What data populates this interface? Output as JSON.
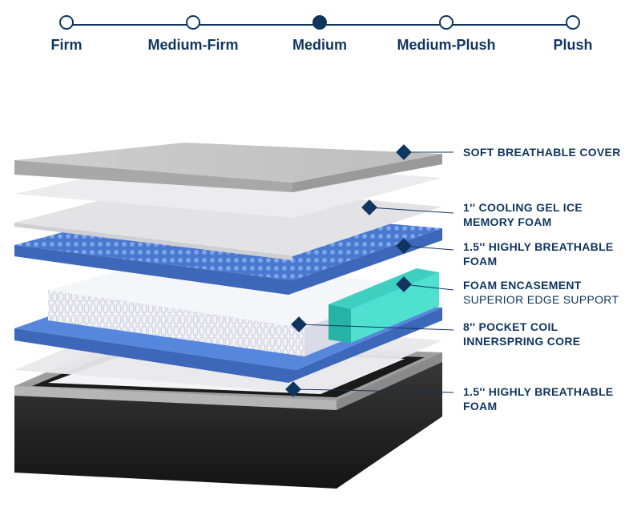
{
  "firmness_scale": {
    "stops": [
      {
        "label": "Firm"
      },
      {
        "label": "Medium-Firm"
      },
      {
        "label": "Medium"
      },
      {
        "label": "Medium-Plush"
      },
      {
        "label": "Plush"
      }
    ],
    "selected": "Medium"
  },
  "layers": [
    {
      "title": "SOFT BREATHABLE COVER",
      "subtitle": ""
    },
    {
      "title": "1'' COOLING GEL ICE",
      "subtitle": "MEMORY FOAM",
      "subtitle_bold": true
    },
    {
      "title": "1.5'' HIGHLY BREATHABLE",
      "subtitle": "FOAM",
      "subtitle_bold": true
    },
    {
      "title": "FOAM ENCASEMENT",
      "subtitle": "SUPERIOR EDGE SUPPORT",
      "subtitle_bold": false
    },
    {
      "title": "8'' POCKET COIL",
      "subtitle": "INNERSPRING CORE",
      "subtitle_bold": true
    },
    {
      "title": "1.5'' HIGHLY BREATHABLE",
      "subtitle": "FOAM",
      "subtitle_bold": true
    }
  ],
  "colors": {
    "navy": "#10355e",
    "cover_gray": "#c9c9c9",
    "memory_foam": "#e6e6e8",
    "blue_foam": "#4f7fd4",
    "encasement": "#3fcfc0",
    "coils": "#eef0f7",
    "base": "#1f1f1f"
  }
}
